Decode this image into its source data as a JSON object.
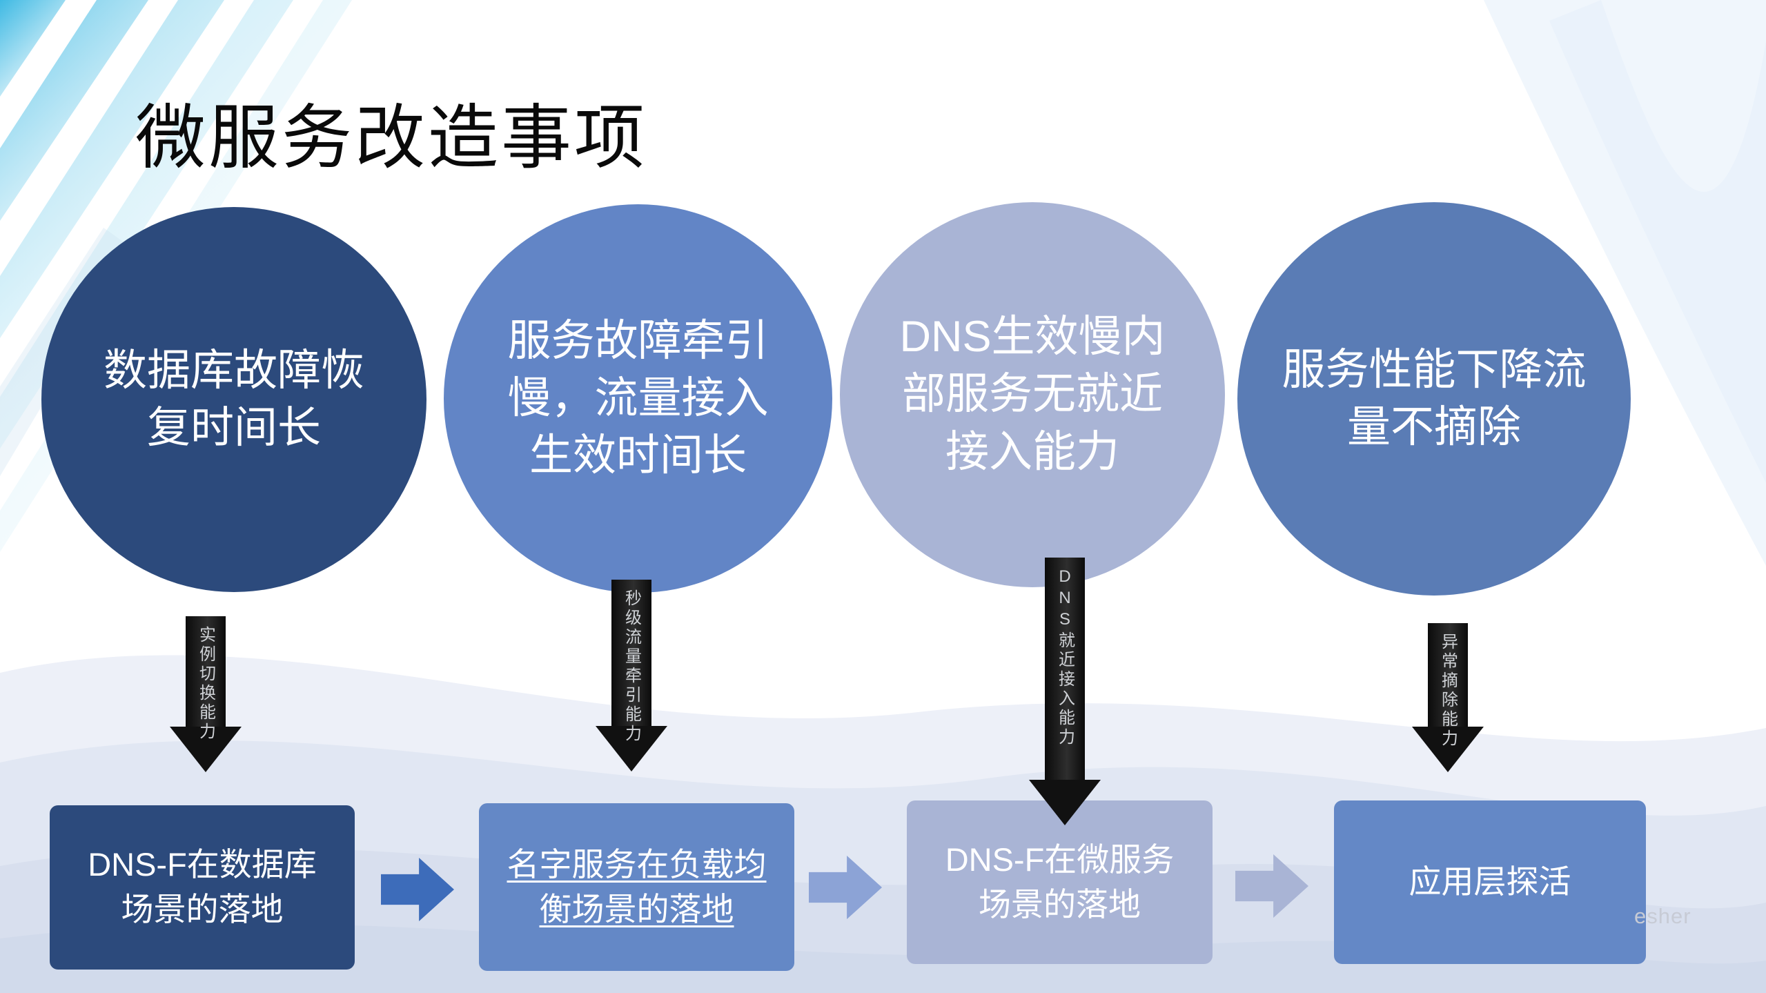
{
  "slide": {
    "title": "微服务改造事项",
    "watermark": "esher"
  },
  "circles": [
    {
      "text": "数据库故障恢复时间长",
      "color": "#2c4a7c"
    },
    {
      "text": "服务故障牵引慢，流量接入生效时间长",
      "color": "#6285c6"
    },
    {
      "text": "DNS生效慢内部服务无就近接入能力",
      "color": "#a9b4d5"
    },
    {
      "text": "服务性能下降流量不摘除",
      "color": "#5a7cb5"
    }
  ],
  "capability_arrows": [
    {
      "label": "实例切换能力"
    },
    {
      "label": "秒级流量牵引能力"
    },
    {
      "label": "DNS就近接入能力"
    },
    {
      "label": "异常摘除能力"
    }
  ],
  "landing_boxes": [
    {
      "text": "DNS-F在数据库场景的落地",
      "color": "#2c4a7c"
    },
    {
      "text": "名字服务在负载均衡场景的落地",
      "color": "#6488c6"
    },
    {
      "text": "DNS-F在微服务场景的落地",
      "color": "#a9b4d5"
    },
    {
      "text": "应用层探活",
      "color": "#6488c6"
    }
  ],
  "flow_chevrons": [
    {
      "color": "#3d6cba"
    },
    {
      "color": "#8ca3d6"
    },
    {
      "color": "#a9b4d5"
    }
  ]
}
